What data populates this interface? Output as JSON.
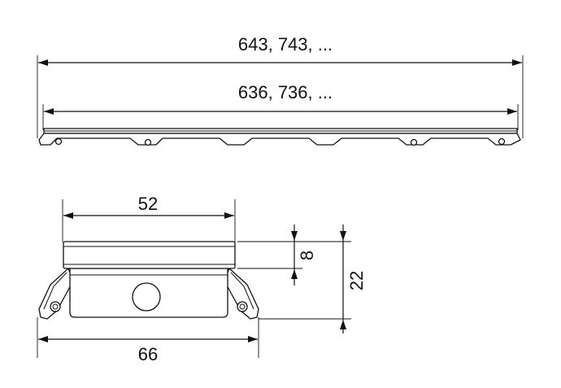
{
  "dimensions": {
    "overall_length": "643, 743, ...",
    "channel_length": "636, 736, ...",
    "top_width": "52",
    "bottom_width": "66",
    "cover_height": "8",
    "total_height": "22"
  }
}
